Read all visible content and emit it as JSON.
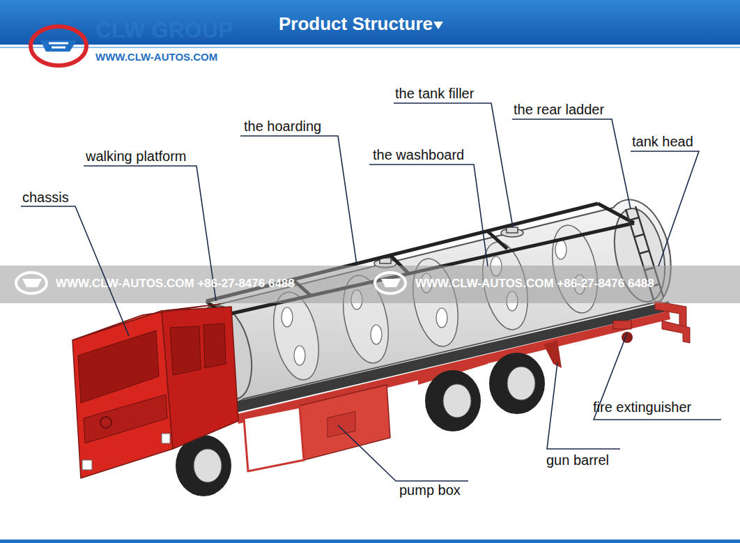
{
  "diagram": {
    "title": "Product Structure",
    "labels": [
      "CLW GROUP",
      "WWW.CLW-AUTOS.COM",
      "the tank filler",
      "the rear ladder",
      "the hoarding",
      "tank head",
      "the washboard",
      "walking platform",
      "chassis",
      "WWW.CLW-AUTOS.COM +86-27-8476 6488",
      "WWW.CLW-AUTOS.COM +86-27-8476 6488",
      "fire extinguisher",
      "gun barrel",
      "pump box"
    ]
  }
}
